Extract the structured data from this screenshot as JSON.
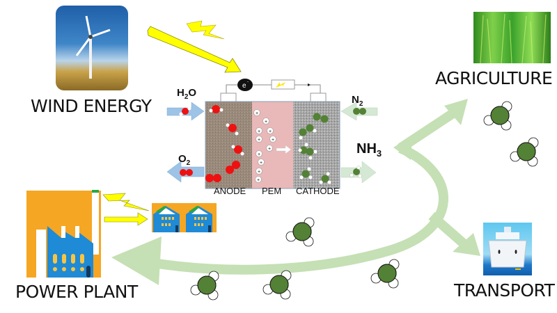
{
  "title": "Green ammonia production and use cycle",
  "sources": {
    "wind": {
      "label": "WIND ENERGY",
      "icon": "wind-turbine-photo"
    },
    "power_plant": {
      "label": "POWER PLANT",
      "icon": "factory-icon"
    }
  },
  "uses": {
    "agriculture": {
      "label": "AGRICULTURE",
      "icon": "rice-field-photo"
    },
    "transport": {
      "label": "TRANSPORT",
      "icon": "cruise-ship-icon"
    }
  },
  "cell": {
    "electron_label": "e",
    "electron_sup": "-",
    "layers": [
      {
        "key": "anode",
        "label": "ANODE",
        "color": "#9a8a7c"
      },
      {
        "key": "pem",
        "label": "PEM",
        "color": "#e9b8b8"
      },
      {
        "key": "cathode",
        "label": "CATHODE",
        "color": "#a7a7a7"
      }
    ],
    "proton_symbol": "+"
  },
  "species": {
    "h2o": {
      "main": "H",
      "sub": "2",
      "tail": "O"
    },
    "o2": {
      "main": "O",
      "sub": "2"
    },
    "n2": {
      "main": "N",
      "sub": "2"
    },
    "nh3": {
      "main": "NH",
      "sub": "3"
    }
  },
  "colors": {
    "oxygen": "#ee1111",
    "nitrogen": "#538135",
    "hydrogen": "#ffffff",
    "flow_arrow": "#c5e0b4",
    "inlet_blue": "#9dc3e6",
    "inlet_green": "#d5e8d4",
    "lightning": "#ffff00",
    "factory_orange": "#f5a623",
    "factory_blue": "#1f8ad6"
  }
}
